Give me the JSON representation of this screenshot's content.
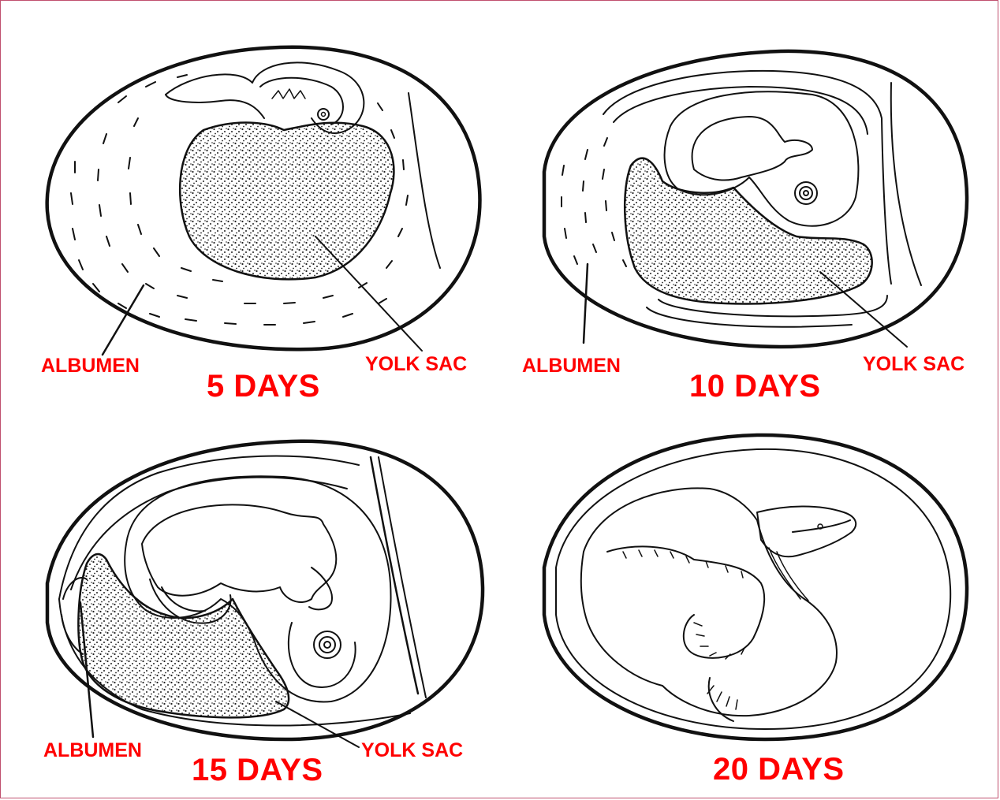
{
  "colors": {
    "label": "#ff0000",
    "line": "#111111",
    "yolk_stipple": "#222222",
    "frame": "#c0506e"
  },
  "panels": [
    {
      "stage": "5 DAYS",
      "albumen": "ALBUMEN",
      "yolk": "YOLK SAC"
    },
    {
      "stage": "10 DAYS",
      "albumen": "ALBUMEN",
      "yolk": "YOLK SAC"
    },
    {
      "stage": "15 DAYS",
      "albumen": "ALBUMEN",
      "yolk": "YOLK SAC"
    },
    {
      "stage": "20 DAYS"
    }
  ]
}
